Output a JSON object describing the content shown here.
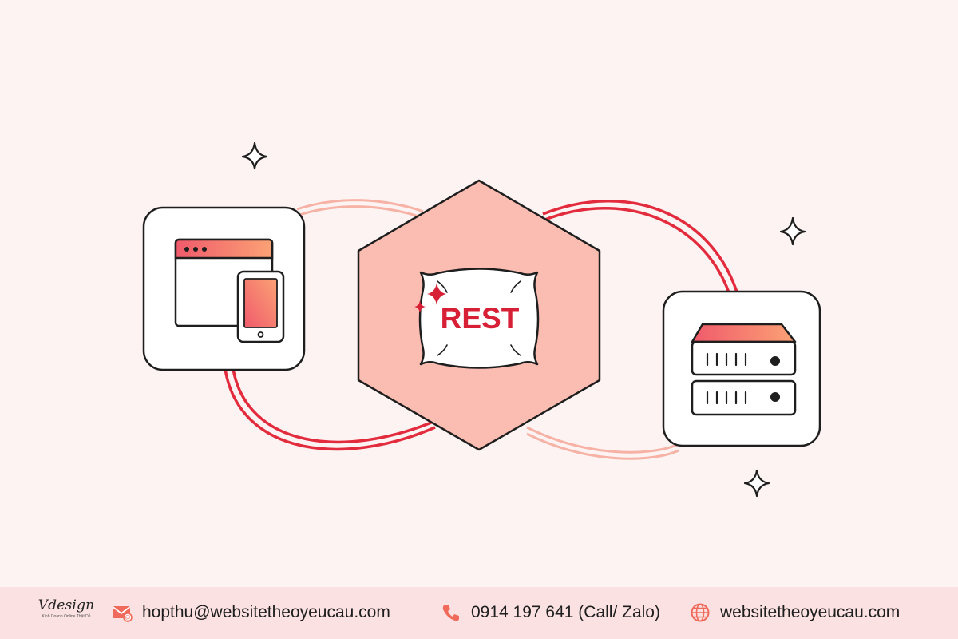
{
  "diagram": {
    "center_label": "REST",
    "nodes": [
      {
        "id": "client",
        "icon": "browser-mobile-icon"
      },
      {
        "id": "api",
        "icon": "pillow-icon"
      },
      {
        "id": "server",
        "icon": "server-rack-icon"
      }
    ],
    "colors": {
      "background": "#fdf3f2",
      "accent_red": "#e32b3e",
      "accent_pink": "#f7b2a6",
      "hexagon_fill": "#fbbcb2",
      "gradient_start": "#f05a6b",
      "gradient_end": "#fba275",
      "stroke": "#1e1e1e",
      "text_red": "#d71f35"
    }
  },
  "footer": {
    "logo_text": "Vdesign",
    "logo_tagline": "Kinh Doanh Online Thật Dễ",
    "email": "hopthu@websitetheoyeucau.com",
    "phone": "0914 197 641 (Call/ Zalo)",
    "website": "websitetheoyeucau.com",
    "icons": {
      "email": "mail-icon",
      "phone": "phone-icon",
      "website": "globe-icon"
    }
  }
}
